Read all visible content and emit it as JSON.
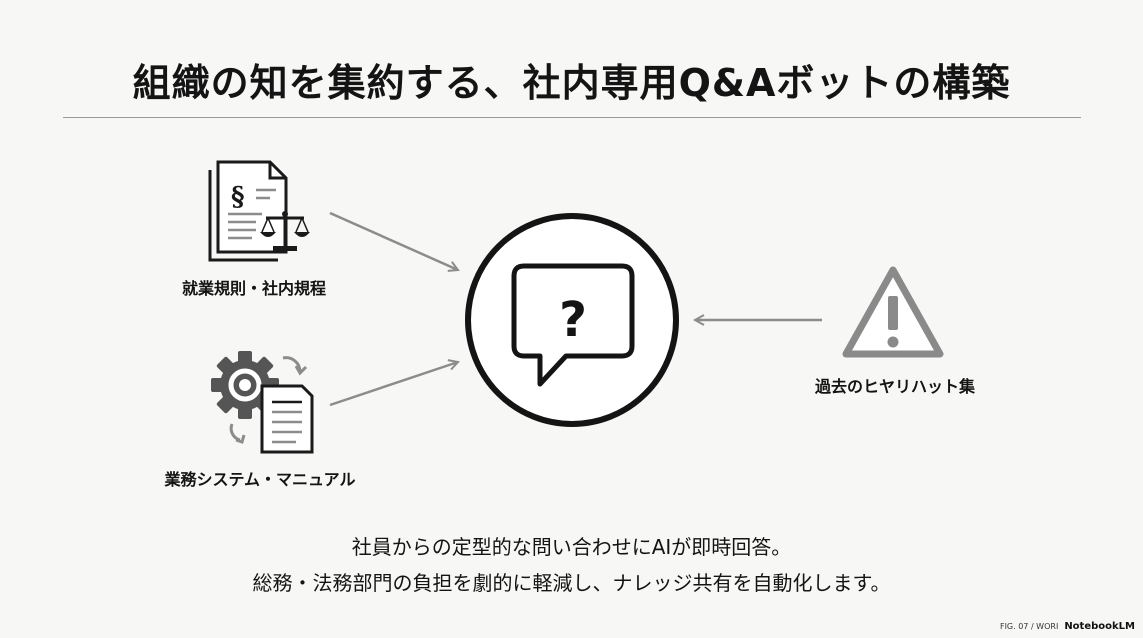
{
  "title": "組織の知を集約する、社内専用Q&Aボットの構築",
  "sources": {
    "rules": "就業規則・社内規程",
    "manuals": "業務システム・マニュアル",
    "hiyari": "過去のヒヤリハット集"
  },
  "center": {
    "icon": "question-bubble-icon",
    "symbol": "?"
  },
  "icons": {
    "rules": "document-scales-icon",
    "manuals": "gear-document-icon",
    "hiyari": "warning-icon",
    "doc_symbol": "§"
  },
  "caption": {
    "line1": "社員からの定型的な問い合わせにAIが即時回答。",
    "line2": "総務・法務部門の負担を劇的に軽減し、ナレッジ共有を自動化します。"
  },
  "footer": {
    "fig": "FIG. 07 / WORI",
    "brand": "NotebookLM"
  }
}
